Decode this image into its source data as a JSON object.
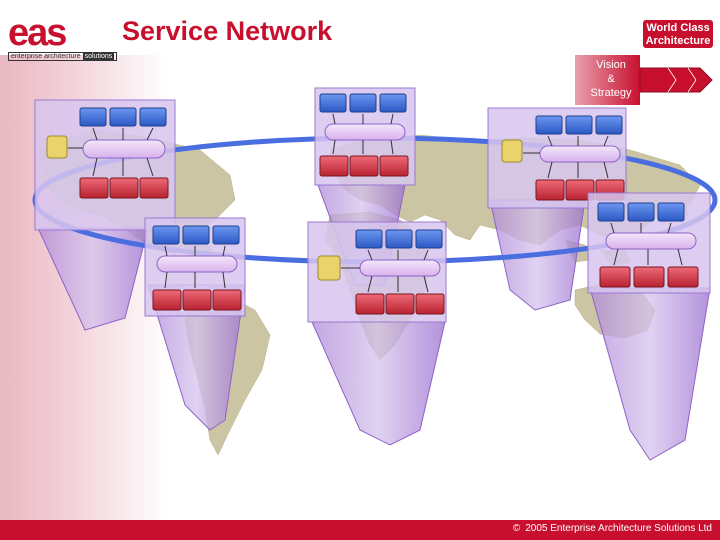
{
  "header": {
    "logo_text": "eas",
    "logo_tagline": "enterprise architecture",
    "logo_tagline_box": "solutions",
    "title": "Service Network",
    "badge_line1": "World Class",
    "badge_line2": "Architecture"
  },
  "banner": {
    "vision_line1": "Vision",
    "vision_line2": "&",
    "vision_line3": "Strategy"
  },
  "footer": {
    "copyright_symbol": "©",
    "copyright_text": "2005 Enterprise Architecture Solutions Ltd"
  },
  "colors": {
    "brand_red": "#c8102e",
    "service_blue": "#3a6fd8",
    "process_pink": "#d9a8f0",
    "system_red": "#d33a4a",
    "funnel_purple": "#a57bd6",
    "ring_blue": "#4a6ee0",
    "land": "#c9c2a0"
  }
}
